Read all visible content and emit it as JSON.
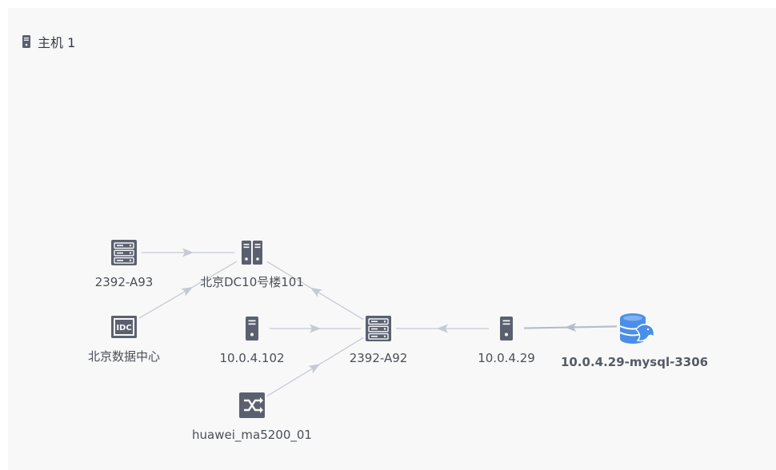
{
  "legend": {
    "label": "主机 1",
    "icon": "host-icon"
  },
  "colors": {
    "edge": "#c5cad3",
    "edge_heavy": "#b6bcc6",
    "icon": "#5b6070",
    "db": "#4a8fe7"
  },
  "nodes": [
    {
      "id": "n-2392-a93",
      "label": "2392-A93",
      "icon": "rack-server-icon",
      "strong": false
    },
    {
      "id": "n-bj-dc10",
      "label": "北京DC10号楼101",
      "icon": "twin-server-icon",
      "strong": false
    },
    {
      "id": "n-bj-idc",
      "label": "北京数据中心",
      "icon": "idc-icon",
      "strong": false
    },
    {
      "id": "n-10-0-4-102",
      "label": "10.0.4.102",
      "icon": "host-icon",
      "strong": false
    },
    {
      "id": "n-2392-a92",
      "label": "2392-A92",
      "icon": "rack-server-icon",
      "strong": false
    },
    {
      "id": "n-10-0-4-29",
      "label": "10.0.4.29",
      "icon": "host-icon",
      "strong": false
    },
    {
      "id": "n-mysql",
      "label": "10.0.4.29-mysql-3306",
      "icon": "mysql-database-icon",
      "strong": true
    },
    {
      "id": "n-huawei",
      "label": "huawei_ma5200_01",
      "icon": "switch-icon",
      "strong": false
    }
  ],
  "edges": [
    {
      "from": "n-2392-a93",
      "to": "n-bj-dc10"
    },
    {
      "from": "n-bj-idc",
      "to": "n-bj-dc10"
    },
    {
      "from": "n-2392-a92",
      "to": "n-bj-dc10"
    },
    {
      "from": "n-10-0-4-102",
      "to": "n-2392-a92"
    },
    {
      "from": "n-huawei",
      "to": "n-2392-a92"
    },
    {
      "from": "n-10-0-4-29",
      "to": "n-2392-a92"
    },
    {
      "from": "n-mysql",
      "to": "n-10-0-4-29",
      "heavy": true
    }
  ]
}
